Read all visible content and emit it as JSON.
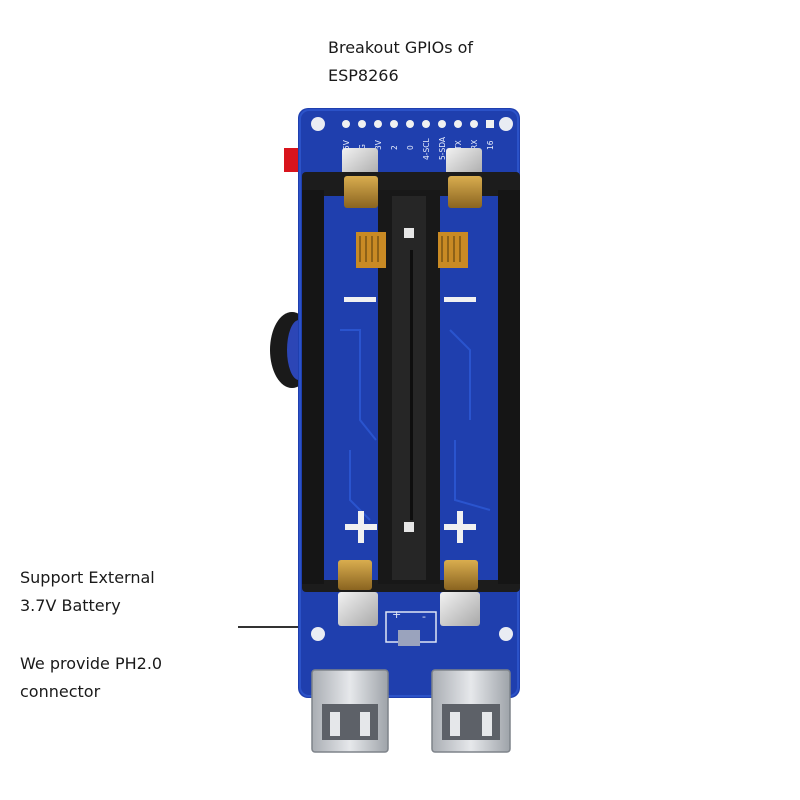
{
  "annotations": {
    "gpio_line1": "Breakout GPIOs of",
    "gpio_line2": "ESP8266",
    "battery_line1": "Support External",
    "battery_line2": "3.7V Battery",
    "connector_line1": "We provide PH2.0",
    "connector_line2": "connector"
  },
  "silkscreen": {
    "pins": [
      "5V",
      "G",
      "3V",
      "2",
      "0",
      "4-SCL",
      "5-SDA",
      "TX",
      "RX",
      "16"
    ],
    "plus_top": "+",
    "minus_top": "-"
  },
  "colors": {
    "pcb": "#1f3fae",
    "holder": "#1c1c1c",
    "terminal": "#b98a2e",
    "usb": "#cfd2d6"
  }
}
